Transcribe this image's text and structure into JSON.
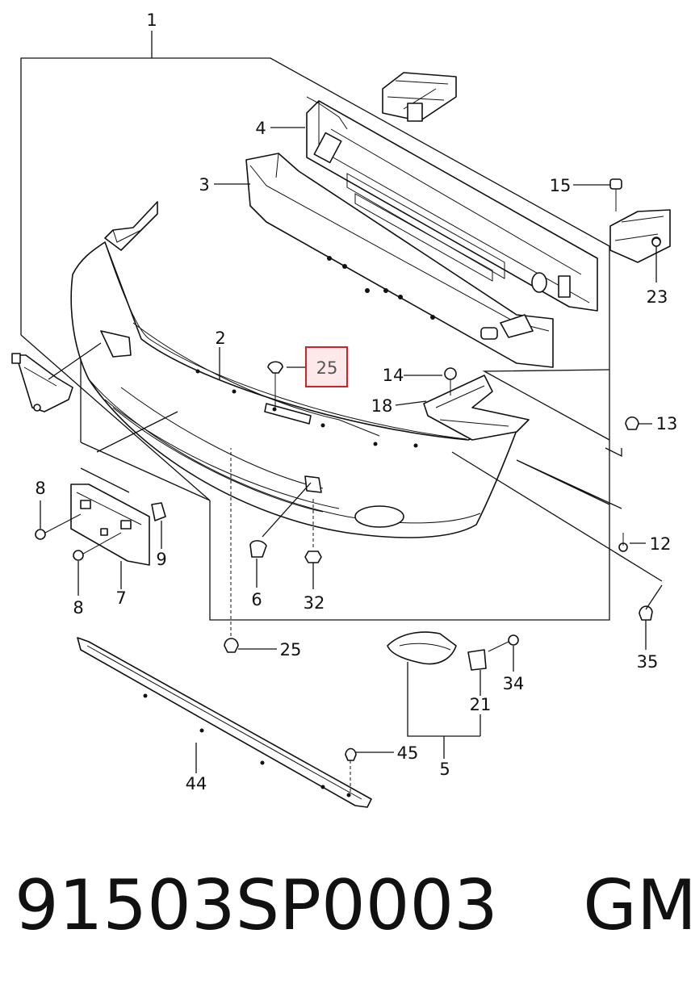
{
  "diagram": {
    "callouts": {
      "c1": "1",
      "c2": "2",
      "c3": "3",
      "c4": "4",
      "c5": "5",
      "c6": "6",
      "c7": "7",
      "c8a": "8",
      "c8b": "8",
      "c9": "9",
      "c12": "12",
      "c13": "13",
      "c14": "14",
      "c15": "15",
      "c18": "18",
      "c21": "21",
      "c23": "23",
      "c25a": "25",
      "c25b": "25",
      "c32": "32",
      "c34": "34",
      "c35": "35",
      "c44": "44",
      "c45": "45"
    },
    "highlight_color": "#d0202a",
    "highlight_fill": "#fde8ea"
  },
  "footer": {
    "part_number": "91503SP0003",
    "brand": "GM"
  }
}
